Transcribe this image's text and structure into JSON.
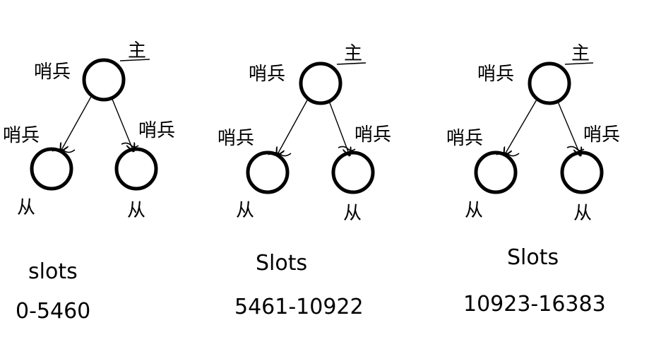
{
  "colors": {
    "ink": "#000000",
    "background": "#ffffff"
  },
  "clusters": [
    {
      "master": {
        "role": "主",
        "sentinel": "哨兵"
      },
      "slaves": [
        {
          "role": "从",
          "sentinel": "哨兵"
        },
        {
          "role": "从",
          "sentinel": "哨兵"
        }
      ],
      "slots_label": "slots",
      "slots_range": "0-5460"
    },
    {
      "master": {
        "role": "主",
        "sentinel": "哨兵"
      },
      "slaves": [
        {
          "role": "从",
          "sentinel": "哨兵"
        },
        {
          "role": "从",
          "sentinel": "哨兵"
        }
      ],
      "slots_label": "Slots",
      "slots_range": "5461-10922"
    },
    {
      "master": {
        "role": "主",
        "sentinel": "哨兵"
      },
      "slaves": [
        {
          "role": "从",
          "sentinel": "哨兵"
        },
        {
          "role": "从",
          "sentinel": "哨兵"
        }
      ],
      "slots_label": "Slots",
      "slots_range": "10923-16383"
    }
  ]
}
